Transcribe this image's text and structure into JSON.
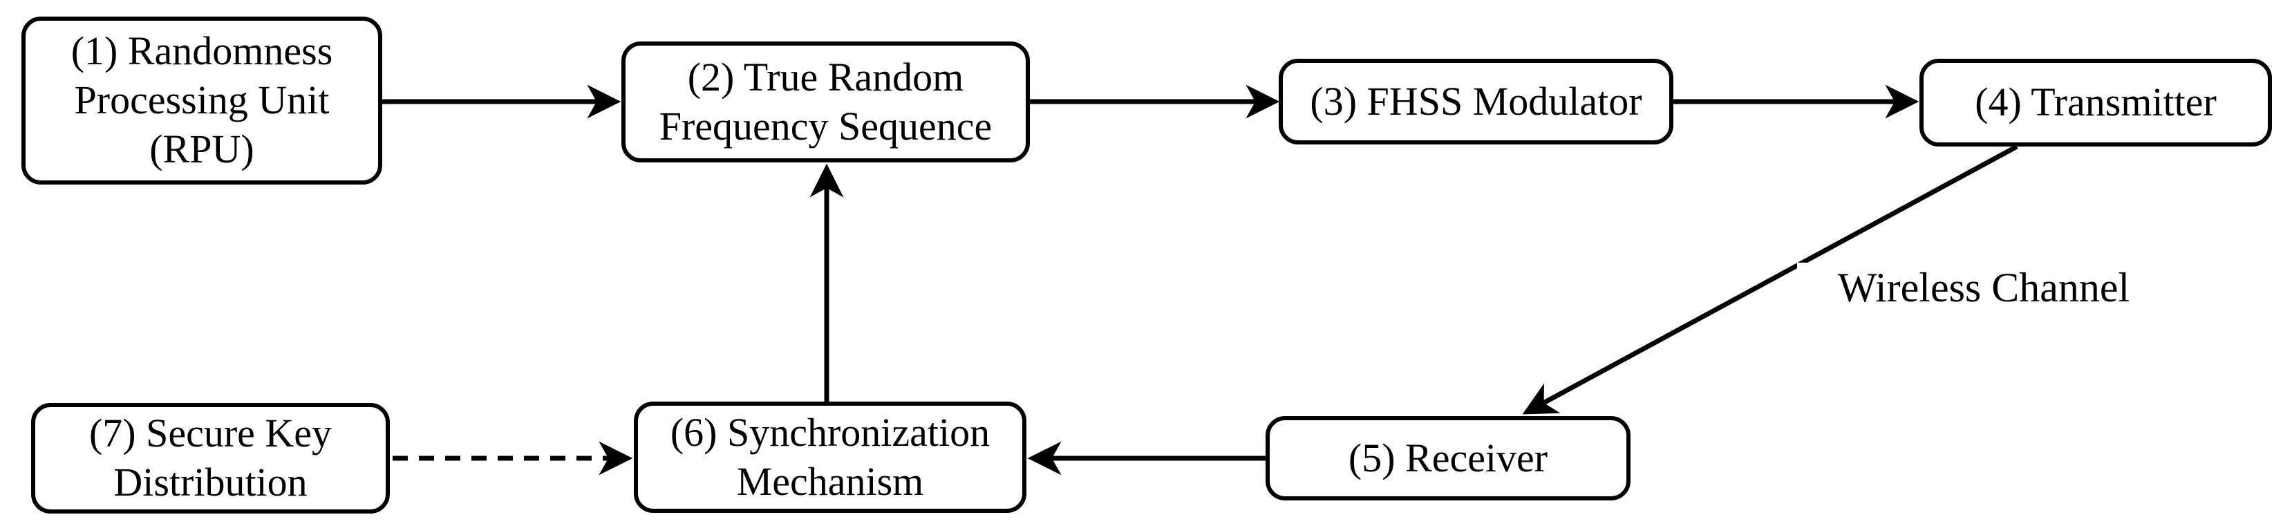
{
  "figure": {
    "background_color": "#ffffff",
    "line_color": "#000000",
    "nodes": {
      "n1": {
        "label": "(1) Randomness Processing Unit (RPU)"
      },
      "n2": {
        "label": "(2) True Random Frequency Sequence"
      },
      "n3": {
        "label": "(3) FHSS Modulator"
      },
      "n4": {
        "label": "(4) Transmitter"
      },
      "n5": {
        "label": "(5) Receiver"
      },
      "n6": {
        "label": "(6) Synchronization Mechanism"
      },
      "n7": {
        "label": "(7) Secure Key Distribution"
      }
    },
    "edges": [
      {
        "from": "n1",
        "to": "n2",
        "style": "solid",
        "label": ""
      },
      {
        "from": "n2",
        "to": "n3",
        "style": "solid",
        "label": ""
      },
      {
        "from": "n3",
        "to": "n4",
        "style": "solid",
        "label": ""
      },
      {
        "from": "n4",
        "to": "n5",
        "style": "solid",
        "label": "Wireless Channel"
      },
      {
        "from": "n5",
        "to": "n6",
        "style": "solid",
        "label": ""
      },
      {
        "from": "n6",
        "to": "n2",
        "style": "solid",
        "label": ""
      },
      {
        "from": "n7",
        "to": "n6",
        "style": "dashed",
        "label": ""
      }
    ]
  }
}
